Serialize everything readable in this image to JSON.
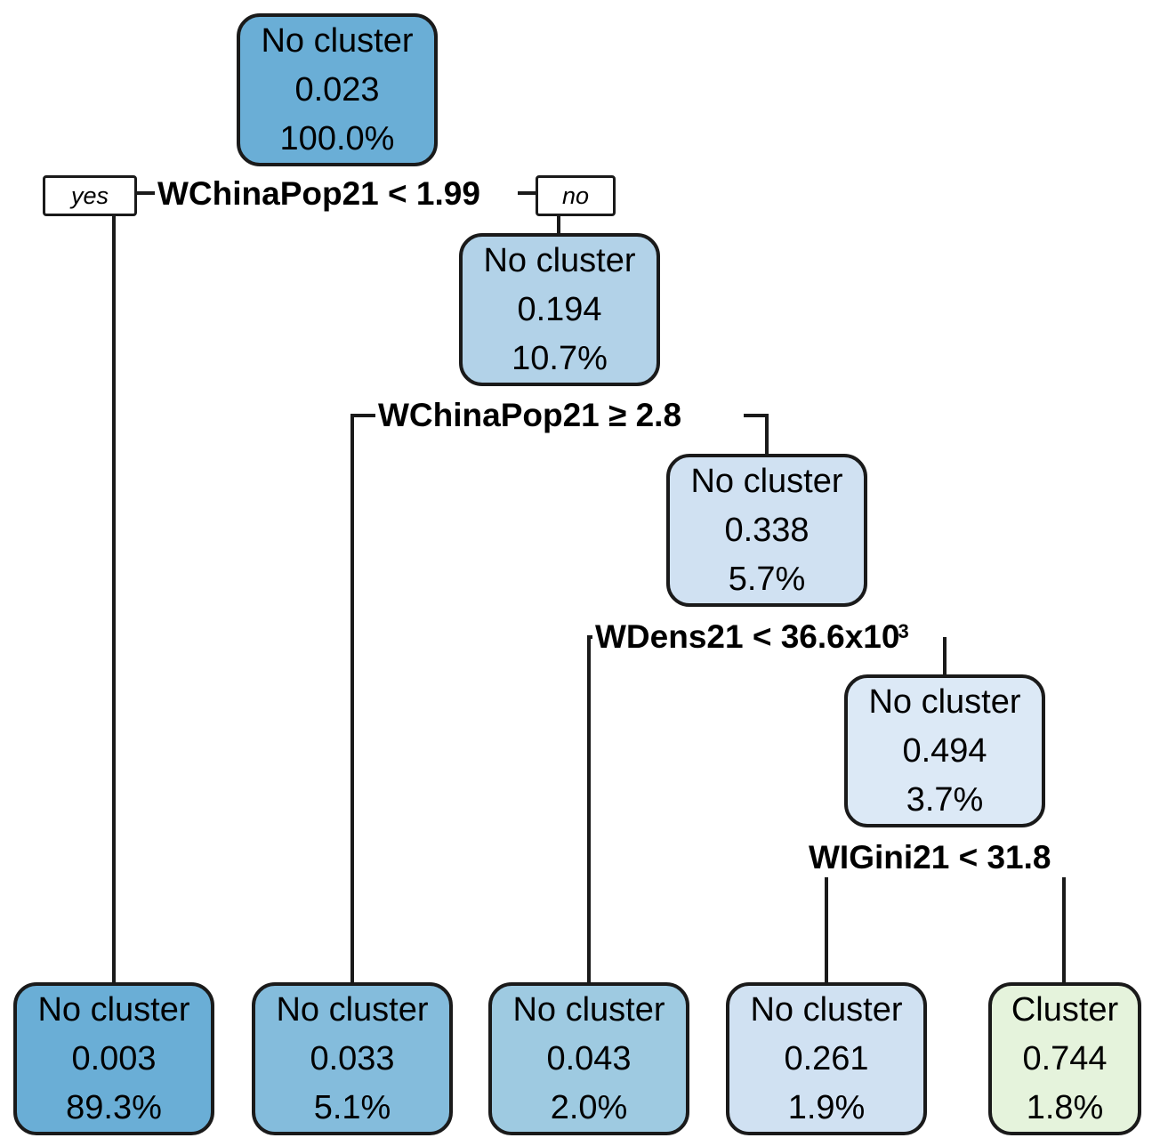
{
  "nodes": {
    "root": {
      "label": "No cluster",
      "value": "0.023",
      "pct": "100.0%",
      "fill": "#6aaed6"
    },
    "n2": {
      "label": "No cluster",
      "value": "0.194",
      "pct": "10.7%",
      "fill": "#b2d2e8"
    },
    "n3": {
      "label": "No cluster",
      "value": "0.338",
      "pct": "5.7%",
      "fill": "#d0e1f2"
    },
    "n4": {
      "label": "No cluster",
      "value": "0.494",
      "pct": "3.7%",
      "fill": "#dce9f6"
    },
    "leaf1": {
      "label": "No cluster",
      "value": "0.003",
      "pct": "89.3%",
      "fill": "#6aaed6"
    },
    "leaf2": {
      "label": "No cluster",
      "value": "0.033",
      "pct": "5.1%",
      "fill": "#84bcdc"
    },
    "leaf3": {
      "label": "No cluster",
      "value": "0.043",
      "pct": "2.0%",
      "fill": "#9ecae1"
    },
    "leaf4": {
      "label": "No cluster",
      "value": "0.261",
      "pct": "1.9%",
      "fill": "#d0e1f2"
    },
    "leaf5": {
      "label": "Cluster",
      "value": "0.744",
      "pct": "1.8%",
      "fill": "#e5f3dc"
    }
  },
  "splits": {
    "s1": {
      "text": "WChinaPop21 < 1.99"
    },
    "s2": {
      "text": "WChinaPop21 ≥ 2.8"
    },
    "s3": {
      "text": "WDens21 < 36.6x10",
      "sup": "3"
    },
    "s4": {
      "text": "WIGini21 < 31.8"
    }
  },
  "branch_tags": {
    "yes": "yes",
    "no": "no"
  }
}
